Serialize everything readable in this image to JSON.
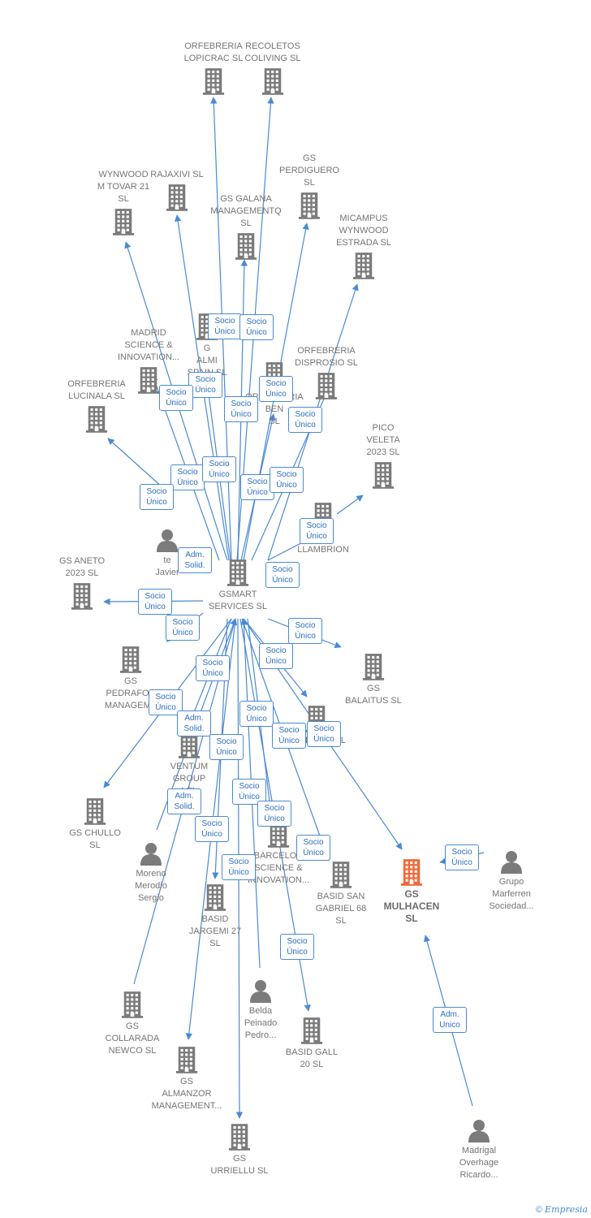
{
  "colors": {
    "edge": "#4a8ad4",
    "company": "#7b7b7b",
    "focus": "#f06a3c",
    "person": "#7b7b7b",
    "label": "#757575"
  },
  "footer": {
    "copyright": "©",
    "brand": "Empresia"
  },
  "nodes": [
    {
      "id": "orfebreria_lopicrac",
      "kind": "company",
      "lines": [
        "ORFEBRERIA",
        "LOPICRAC  SL"
      ]
    },
    {
      "id": "recoletos_coliving",
      "kind": "company",
      "lines": [
        "RECOLETOS",
        "COLIVING  SL"
      ]
    },
    {
      "id": "wynwood_tovar",
      "kind": "company",
      "lines": [
        "WYNWOOD",
        "M TOVAR 21",
        "SL"
      ]
    },
    {
      "id": "rajaxivi",
      "kind": "company",
      "lines": [
        "RAJAXIVI  SL"
      ]
    },
    {
      "id": "gs_perdiguero",
      "kind": "company",
      "lines": [
        "GS",
        "PERDIGUERO",
        "SL"
      ]
    },
    {
      "id": "gs_galana",
      "kind": "company",
      "lines": [
        "GS GALANA",
        "MANAGEMENTQ",
        "SL"
      ]
    },
    {
      "id": "micampus",
      "kind": "company",
      "lines": [
        "MICAMPUS",
        "WYNWOOD",
        "ESTRADA  SL"
      ]
    },
    {
      "id": "madrid_science",
      "kind": "company",
      "lines": [
        "MADRID",
        "SCIENCE &",
        "INNOVATION..."
      ]
    },
    {
      "id": "g_almi_spain",
      "kind": "company",
      "lines": [
        "G",
        "ALMI",
        "SPAIN  SL"
      ]
    },
    {
      "id": "orfebreria_ben",
      "kind": "company",
      "lines": [
        "ORFEBRERIA",
        "BEN",
        "SL"
      ]
    },
    {
      "id": "orfebreria_disprosio",
      "kind": "company",
      "lines": [
        "ORFEBRERIA",
        "DISPROSIO  SL"
      ]
    },
    {
      "id": "orfebreria_lucinala",
      "kind": "company",
      "lines": [
        "ORFEBRERIA",
        "LUCINALA  SL"
      ]
    },
    {
      "id": "pico_veleta",
      "kind": "company",
      "lines": [
        "PICO",
        "VELETA",
        "2023  SL"
      ]
    },
    {
      "id": "person_javier",
      "kind": "person",
      "lines": [
        "te",
        "Javier"
      ]
    },
    {
      "id": "gs_llambrion",
      "kind": "company",
      "lines": [
        "GS",
        "LLAMBRION"
      ]
    },
    {
      "id": "gs_aneto",
      "kind": "company",
      "lines": [
        "GS ANETO",
        "2023  SL"
      ]
    },
    {
      "id": "gsmart",
      "kind": "company",
      "lines": [
        "GSMART",
        "SERVICES  SL"
      ]
    },
    {
      "id": "gs_pedraforca",
      "kind": "company",
      "lines": [
        "GS",
        "PEDRAFOR",
        "MANAGEME"
      ]
    },
    {
      "id": "gs_balaitus",
      "kind": "company",
      "lines": [
        "GS",
        "BALAITUS  SL"
      ]
    },
    {
      "id": "ventum_group",
      "kind": "company",
      "lines": [
        "VENTUM",
        "GROUP",
        "I         SL"
      ]
    },
    {
      "id": "yadisema",
      "kind": "company",
      "lines": [
        "YADISEMA  SL"
      ]
    },
    {
      "id": "gs_chullo",
      "kind": "company",
      "lines": [
        "GS CHULLO",
        "SL"
      ]
    },
    {
      "id": "moreno_merodio",
      "kind": "person",
      "lines": [
        "Moreno",
        "Merodio",
        "Sergio"
      ]
    },
    {
      "id": "barcelona_science",
      "kind": "company",
      "lines": [
        "BARCELON",
        "SCIENCE &",
        "INNOVATION..."
      ]
    },
    {
      "id": "basid_sangabriel",
      "kind": "company",
      "lines": [
        "BASID SAN",
        "GABRIEL 68",
        "SL"
      ]
    },
    {
      "id": "gs_mulhacen",
      "kind": "focus",
      "lines": [
        "GS",
        "MULHACEN",
        "SL"
      ]
    },
    {
      "id": "grupo_marferren",
      "kind": "person",
      "lines": [
        "Grupo",
        "Marferren",
        "Sociedad..."
      ]
    },
    {
      "id": "basid_jargemi",
      "kind": "company",
      "lines": [
        "BASID",
        "JARGEMI 27",
        "SL"
      ]
    },
    {
      "id": "belda_peinado",
      "kind": "person",
      "lines": [
        "Belda",
        "Peinado",
        "Pedro..."
      ]
    },
    {
      "id": "basid_gall",
      "kind": "company",
      "lines": [
        "BASID GALL",
        "20  SL"
      ]
    },
    {
      "id": "gs_collarada",
      "kind": "company",
      "lines": [
        "GS",
        "COLLARADA",
        "NEWCO  SL"
      ]
    },
    {
      "id": "gs_almanzor",
      "kind": "company",
      "lines": [
        "GS",
        "ALMANZOR",
        "MANAGEMENT..."
      ]
    },
    {
      "id": "gs_urriellu",
      "kind": "company",
      "lines": [
        "GS",
        "URRIELLU  SL"
      ]
    },
    {
      "id": "madrigal_overhage",
      "kind": "person",
      "lines": [
        "Madrigal",
        "Overhage",
        "Ricardo..."
      ]
    }
  ],
  "badges": [
    {
      "lines": [
        "Socio",
        "Único"
      ]
    },
    {
      "lines": [
        "Socio",
        "Único"
      ]
    },
    {
      "lines": [
        "Socio",
        "Único"
      ]
    },
    {
      "lines": [
        "Socio",
        "Único"
      ]
    },
    {
      "lines": [
        "Socio",
        "Único"
      ]
    },
    {
      "lines": [
        "Socio",
        "Único"
      ]
    },
    {
      "lines": [
        "Socio",
        "Único"
      ]
    },
    {
      "lines": [
        "Socio",
        "Único"
      ]
    },
    {
      "lines": [
        "Socio",
        "Único"
      ]
    },
    {
      "lines": [
        "Socio",
        "Único"
      ]
    },
    {
      "lines": [
        "Socio",
        "Único"
      ]
    },
    {
      "lines": [
        "Socio",
        "Único"
      ]
    },
    {
      "lines": [
        "Socio",
        "Único"
      ]
    },
    {
      "lines": [
        "Socio",
        "Único"
      ]
    },
    {
      "lines": [
        "Socio",
        "Único"
      ]
    },
    {
      "lines": [
        "Adm.",
        "Solid."
      ]
    },
    {
      "lines": [
        "Socio",
        "Único"
      ]
    },
    {
      "lines": [
        "Socio",
        "Único"
      ]
    },
    {
      "lines": [
        "Socio",
        "Único"
      ]
    },
    {
      "lines": [
        "Socio",
        "Único"
      ]
    },
    {
      "lines": [
        "Socio",
        "Único"
      ]
    },
    {
      "lines": [
        "Socio",
        "Único"
      ]
    },
    {
      "lines": [
        "Adm.",
        "Solid."
      ]
    },
    {
      "lines": [
        "Socio",
        "Único"
      ]
    },
    {
      "lines": [
        "Socio",
        "Único"
      ]
    },
    {
      "lines": [
        "Socio",
        "Único"
      ]
    },
    {
      "lines": [
        "Socio",
        "Único"
      ]
    },
    {
      "lines": [
        "Adm.",
        "Solid."
      ]
    },
    {
      "lines": [
        "Socio",
        "Único"
      ]
    },
    {
      "lines": [
        "Socio",
        "Único"
      ]
    },
    {
      "lines": [
        "Socio",
        "Único"
      ]
    },
    {
      "lines": [
        "Socio",
        "Único"
      ]
    },
    {
      "lines": [
        "Socio",
        "Único"
      ]
    },
    {
      "lines": [
        "Socio",
        "Único"
      ]
    },
    {
      "lines": [
        "Adm.",
        "Unico"
      ]
    }
  ]
}
